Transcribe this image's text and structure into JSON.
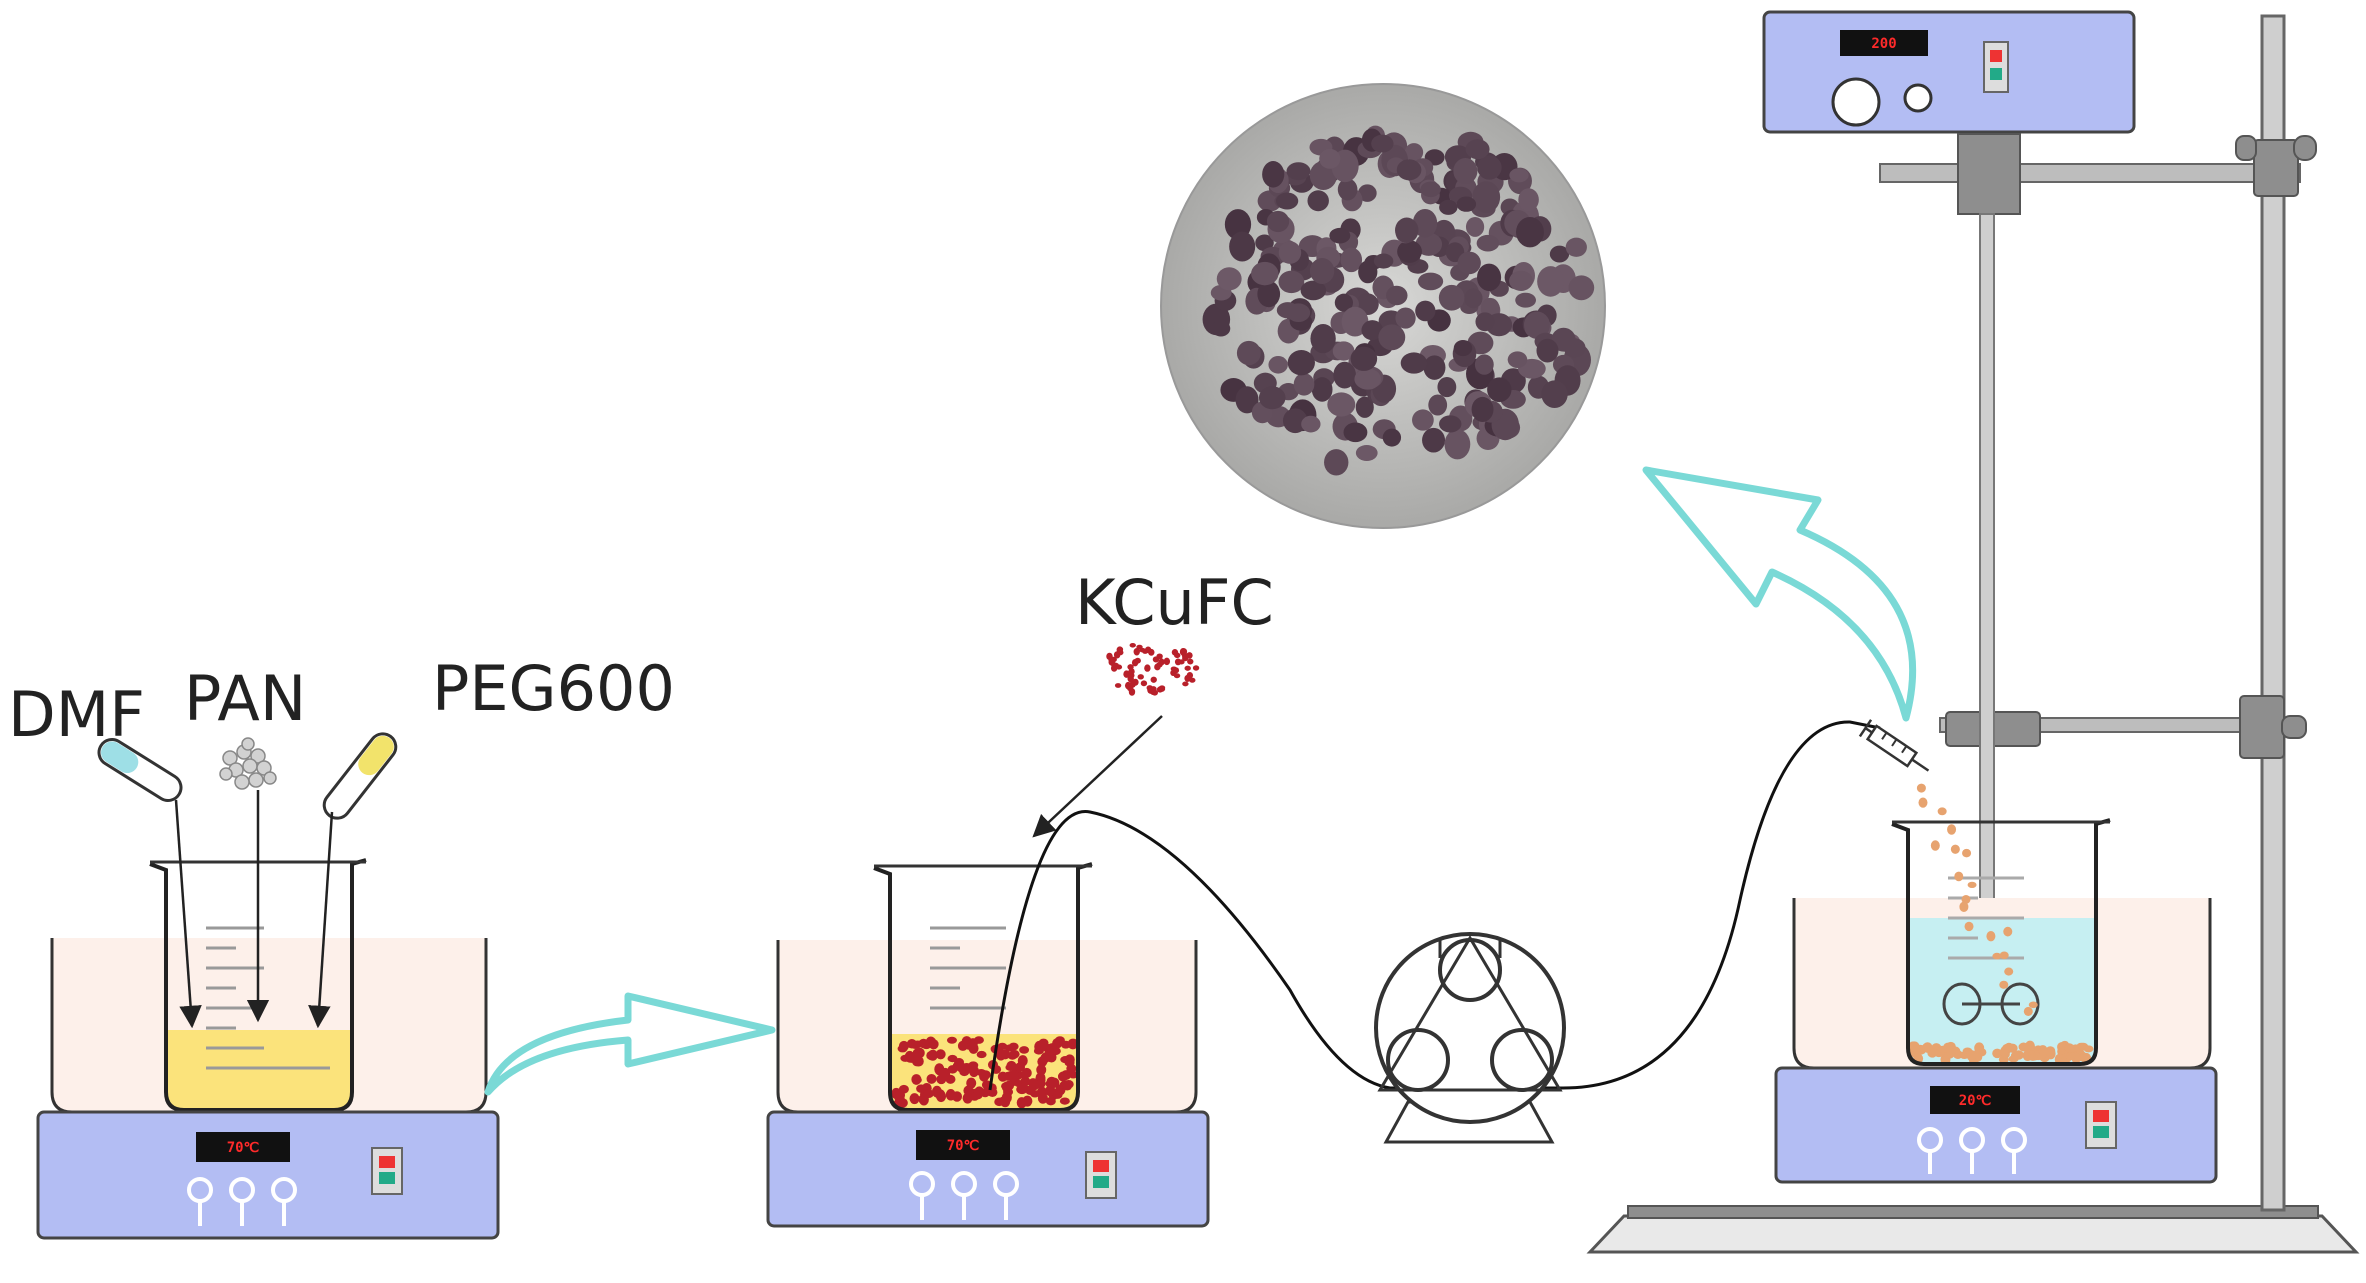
{
  "labels": {
    "dmf": "DMF",
    "pan": "PAN",
    "peg": "PEG600",
    "kcufc": "KCuFC"
  },
  "displays": {
    "stirrer1": "70℃",
    "stirrer2": "70℃",
    "stirrer3": "20℃",
    "overhead": "200"
  },
  "colors": {
    "hotplate": "#b3bdf3",
    "bath": "#fdf0ea",
    "solution_yellow": "#fbe37b",
    "solution_cyan": "#c6eff2",
    "flow_arrow": "#7ad9d6",
    "particles_red": "#b8202a",
    "beads_orange": "#e7a36f",
    "stand_gray": "#8e8e8e"
  },
  "icons": [
    "test-tube-icon",
    "pan-powder-icon",
    "peristaltic-pump-icon",
    "syringe-icon",
    "overhead-stirrer-icon",
    "photo-beads-icon"
  ]
}
